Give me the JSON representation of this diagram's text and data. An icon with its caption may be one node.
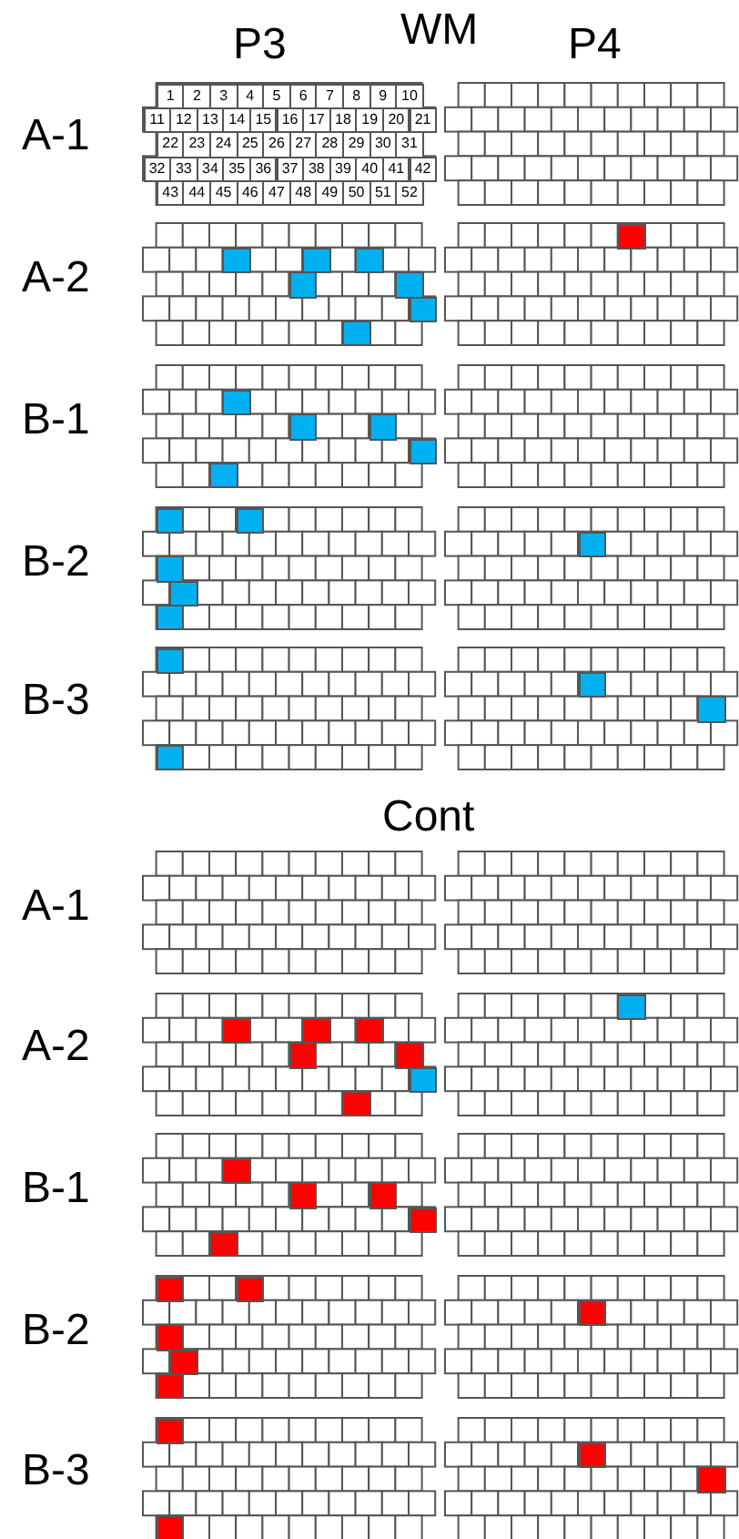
{
  "diagram": {
    "nodes": [
      {
        "text": [],
        "shape": "box"
      },
      {
        "text": [
          "1"
        ],
        "in": 0
      },
      {
        "text": [
          "2"
        ],
        "in": 0
      },
      {
        "text": [
          "3"
        ],
        "in": 0
      },
      {
        "text": [
          "4"
        ],
        "in": 0
      },
      {
        "text": [
          "5"
        ],
        "in": 0
      },
      {
        "text": [
          "6"
        ],
        "in": 0
      },
      {
        "text": [
          "7"
        ],
        "in": 0
      },
      {
        "text": [
          "8"
        ],
        "in": 0
      },
      {
        "text": [
          "9"
        ],
        "in": 0
      },
      {
        "text": [
          "10"
        ],
        "in": 0
      },
      {
        "text": [
          "11"
        ],
        "in": 0
      },
      {
        "text": [
          "12"
        ],
        "in": 0
      },
      {
        "text": [
          "13"
        ],
        "in": 0
      },
      {
        "text": [
          "14"
        ],
        "in": 0
      },
      {
        "text": [
          "15"
        ],
        "in": 0
      },
      {
        "text": [
          "16"
        ],
        "in": 0
      },
      {
        "text": [
          "17"
        ],
        "in": 0
      },
      {
        "text": [
          "18"
        ],
        "in": 0
      },
      {
        "text": [
          "19"
        ],
        "in": 0
      },
      {
        "text": [
          "20"
        ],
        "in": 0
      },
      {
        "text": [
          "21"
        ],
        "in": 0
      },
      {
        "text": [
          "22"
        ],
        "in": 0
      },
      {
        "text": [
          "23"
        ],
        "in": 0
      },
      {
        "text": [
          "24"
        ],
        "in": 0
      },
      {
        "text": [
          "25"
        ],
        "in": 0
      },
      {
        "text": [
          "26"
        ],
        "in": 0
      },
      {
        "text": [
          "27"
        ],
        "in": 0
      },
      {
        "text": [
          "28"
        ],
        "in": 0
      },
      {
        "text": [
          "29"
        ],
        "in": 0
      },
      {
        "text": [
          "30"
        ],
        "in": 0
      },
      {
        "text": [
          "31"
        ],
        "in": 0
      },
      {
        "text": [
          "32"
        ],
        "in": 0
      },
      {
        "text": [
          "33"
        ],
        "in": 0
      },
      {
        "text": [
          "34"
        ],
        "in": 0
      },
      {
        "text": [
          "35"
        ],
        "in": 0
      },
      {
        "text": [
          "36"
        ],
        "in": 0
      },
      {
        "text": [
          "37"
        ],
        "in": 0
      },
      {
        "text": [
          "38"
        ],
        "in": 0
      },
      {
        "text": [
          "39"
        ],
        "in": 0
      },
      {
        "text": [
          "40"
        ],
        "in": 0
      },
      {
        "text": [
          "41"
        ],
        "in": 0
      },
      {
        "text": [
          "42"
        ],
        "in": 0
      },
      {
        "text": [
          "43"
        ],
        "in": 0
      },
      {
        "text": [
          "44"
        ],
        "in": 0
      },
      {
        "text": [
          "45"
        ],
        "in": 0
      },
      {
        "text": [
          "46"
        ],
        "in": 0
      },
      {
        "text": [
          "47"
        ],
        "in": 0
      },
      {
        "text": [
          "48"
        ],
        "in": 0
      },
      {
        "text": [
          "49"
        ],
        "in": 0
      },
      {
        "text": [
          "50"
        ],
        "in": 0
      },
      {
        "text": [
          "51"
        ],
        "in": 0
      },
      {
        "text": [
          "52"
        ],
        "in": 0
      },
      {
        "text": [],
        "shape": "box"
      },
      {
        "text": [],
        "shape": "box"
      },
      {
        "text": [],
        "shape": "box",
        "in": 54
      },
      {
        "text": [],
        "shape": "box",
        "in": 54
      },
      {
        "text": [],
        "shape": "box",
        "in": 54
      },
      {
        "text": [],
        "shape": "box",
        "in": 54
      },
      {
        "text": [],
        "shape": "box",
        "in": 54
      },
      {
        "text": [],
        "shape": "box",
        "in": 54
      },
      {
        "text": [],
        "shape": "box",
        "in": 54
      },
      {
        "text": [],
        "shape": "box"
      },
      {
        "text": [],
        "shape": "box",
        "in": 62
      },
      {
        "text": [],
        "shape": "box"
      },
      {
        "text": [],
        "shape": "box",
        "in": 64
      },
      {
        "text": [],
        "shape": "box",
        "in": 64
      },
      {
        "text": [],
        "shape": "box",
        "in": 64
      },
      {
        "text": [],
        "shape": "box",
        "in": 64
      },
      {
        "text": [],
        "shape": "box",
        "in": 64
      },
      {
        "text": [],
        "shape": "box"
      },
      {
        "text": [],
        "shape": "box"
      },
      {
        "text": [],
        "shape": "box",
        "in": 71
      },
      {
        "text": [],
        "shape": "box",
        "in": 71
      },
      {
        "text": [],
        "shape": "box",
        "in": 71
      },
      {
        "text": [],
        "shape": "box",
        "in": 71
      },
      {
        "text": [],
        "shape": "box",
        "in": 71
      },
      {
        "text": [],
        "shape": "box"
      },
      {
        "text": [],
        "shape": "box",
        "in": 77
      },
      {
        "text": [],
        "shape": "box"
      },
      {
        "text": [],
        "shape": "box",
        "in": 79
      },
      {
        "text": [],
        "shape": "box",
        "in": 79
      },
      {
        "text": [],
        "shape": "box"
      },
      {
        "text": [],
        "shape": "box",
        "in": 82
      },
      {
        "text": [],
        "shape": "box",
        "in": 82
      },
      {
        "text": [],
        "shape": "box"
      },
      {
        "text": [],
        "shape": "box"
      },
      {
        "text": [],
        "shape": "box"
      },
      {
        "text": [],
        "shape": "box",
        "in": 87
      },
      {
        "text": [],
        "shape": "box",
        "in": 87
      },
      {
        "text": [],
        "shape": "box",
        "in": 87
      },
      {
        "text": [],
        "shape": "box",
        "in": 87
      },
      {
        "text": [],
        "shape": "box",
        "in": 87
      },
      {
        "text": [],
        "shape": "box",
        "in": 87
      },
      {
        "text": [],
        "shape": "box",
        "in": 87
      },
      {
        "text": [],
        "shape": "box"
      },
      {
        "text": [],
        "shape": "box",
        "in": 95
      },
      {
        "text": [],
        "shape": "box"
      },
      {
        "text": [],
        "shape": "box",
        "in": 97
      },
      {
        "text": [],
        "shape": "box",
        "in": 97
      },
      {
        "text": [],
        "shape": "box",
        "in": 97
      },
      {
        "text": [],
        "shape": "box",
        "in": 97
      },
      {
        "text": [],
        "shape": "box",
        "in": 97
      },
      {
        "text": [],
        "shape": "box"
      },
      {
        "text": [],
        "shape": "box"
      },
      {
        "text": [],
        "shape": "box",
        "in": 104
      },
      {
        "text": [],
        "shape": "box",
        "in": 104
      },
      {
        "text": [],
        "shape": "box",
        "in": 104
      },
      {
        "text": [],
        "shape": "box",
        "in": 104
      },
      {
        "text": [],
        "shape": "box",
        "in": 104
      },
      {
        "text": [],
        "shape": "box"
      },
      {
        "text": [],
        "shape": "box",
        "in": 110
      },
      {
        "text": [],
        "shape": "box"
      },
      {
        "text": [],
        "shape": "box",
        "in": 112
      },
      {
        "text": [],
        "shape": "box",
        "in": 112
      },
      {
        "text": [],
        "shape": "box"
      },
      {
        "text": [],
        "shape": "box",
        "in": 115
      },
      {
        "text": [],
        "shape": "box",
        "in": 115
      }
    ],
    "labels": [
      "P3",
      "WM",
      "P4",
      "A-1",
      "A-2",
      "B-1",
      "B-2",
      "B-3",
      "Cont",
      "A-1",
      "A-2",
      "B-1",
      "B-2",
      "B-3"
    ]
  }
}
